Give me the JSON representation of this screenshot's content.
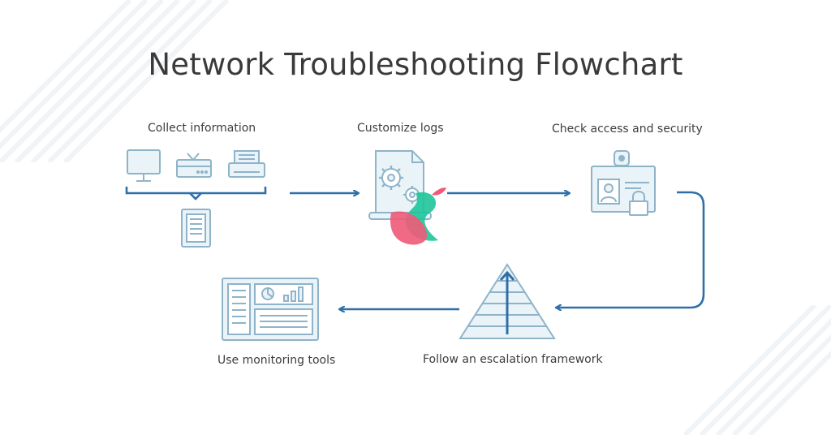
{
  "title": "Network Troubleshooting Flowchart",
  "steps": [
    {
      "label": "Collect information",
      "icons": [
        "desktop-monitor-icon",
        "router-icon",
        "printer-icon",
        "document-icon"
      ]
    },
    {
      "label": "Customize logs",
      "icons": [
        "log-scroll-with-gears-icon"
      ]
    },
    {
      "label": "Check access and security",
      "icons": [
        "id-badge-with-lock-icon"
      ]
    },
    {
      "label": "Follow an escalation framework",
      "icons": [
        "pyramid-with-up-arrow-icon"
      ]
    },
    {
      "label": "Use monitoring tools",
      "icons": [
        "dashboard-icon"
      ]
    }
  ],
  "colors": {
    "arrow": "#2f6fa8",
    "icon_stroke": "#8fb4c9",
    "icon_fill": "#e9f3f8",
    "title": "#3a3a3a",
    "watermark_teal": "#1ec59a",
    "watermark_pink": "#f05a78"
  }
}
